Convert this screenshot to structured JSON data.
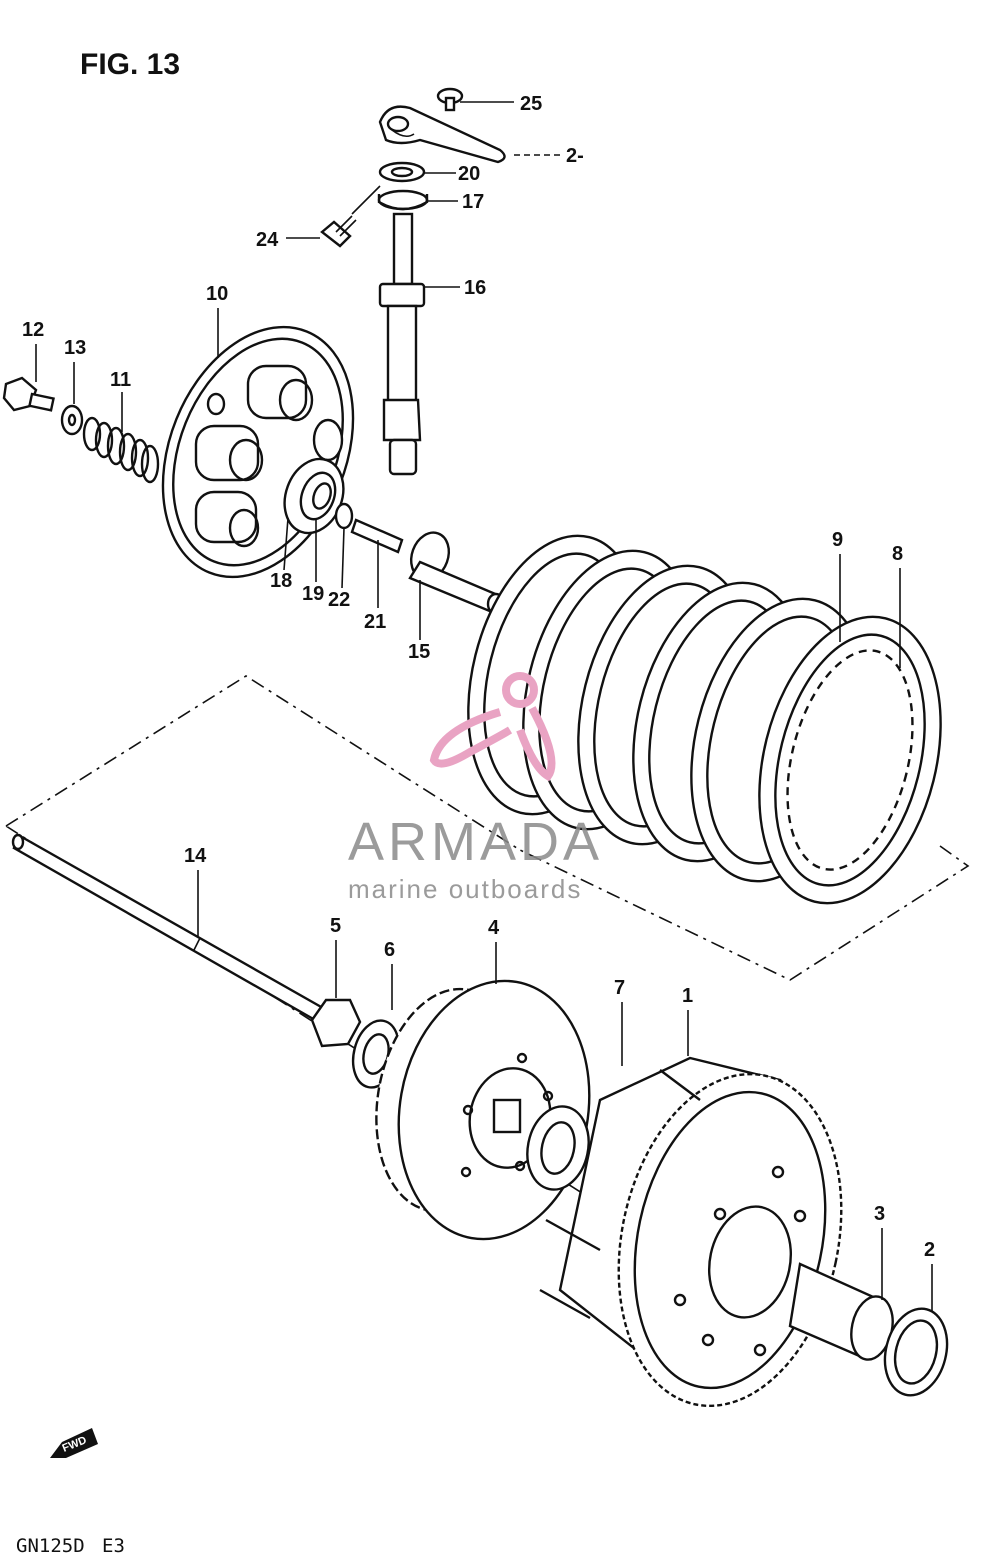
{
  "figure": {
    "title": "FIG. 13"
  },
  "footer": {
    "model": "GN125D",
    "region": "E3"
  },
  "fwd_badge": "FWD",
  "watermark": {
    "brand": "ARMADA",
    "tagline": "marine outboards",
    "color": "#e9a3c3"
  },
  "callouts": [
    {
      "id": "25",
      "label": "25"
    },
    {
      "id": "23",
      "label": "2-"
    },
    {
      "id": "20",
      "label": "20"
    },
    {
      "id": "17",
      "label": "17"
    },
    {
      "id": "24",
      "label": "24"
    },
    {
      "id": "16",
      "label": "16"
    },
    {
      "id": "10",
      "label": "10"
    },
    {
      "id": "12",
      "label": "12"
    },
    {
      "id": "13",
      "label": "13"
    },
    {
      "id": "11",
      "label": "11"
    },
    {
      "id": "18",
      "label": "18"
    },
    {
      "id": "19",
      "label": "19"
    },
    {
      "id": "22",
      "label": "22"
    },
    {
      "id": "21",
      "label": "21"
    },
    {
      "id": "15",
      "label": "15"
    },
    {
      "id": "9",
      "label": "9"
    },
    {
      "id": "8",
      "label": "8"
    },
    {
      "id": "14",
      "label": "14"
    },
    {
      "id": "5",
      "label": "5"
    },
    {
      "id": "6",
      "label": "6"
    },
    {
      "id": "4",
      "label": "4"
    },
    {
      "id": "7",
      "label": "7"
    },
    {
      "id": "1",
      "label": "1"
    },
    {
      "id": "3",
      "label": "3"
    },
    {
      "id": "2",
      "label": "2"
    }
  ]
}
